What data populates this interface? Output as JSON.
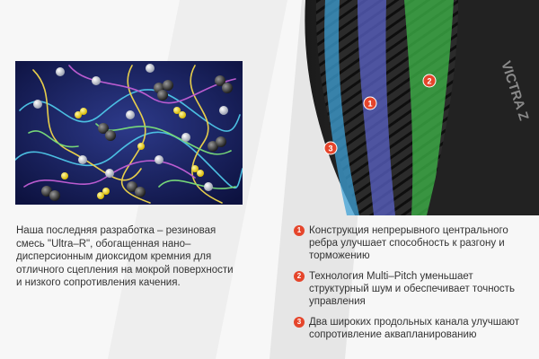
{
  "composition": {
    "description": "Наша последняя разработка – резиновая смесь \"Ultra–R\", обогащенная нано–дисперсионным диоксидом кремния для отличного сцепления на мокрой поверхности и низкого сопротивления качения."
  },
  "tyre": {
    "sidewall_text": "VICTRA Z",
    "zone_colors": {
      "zone1": "#5b63c8",
      "zone2": "#3fb84a",
      "zone3": "#3ea0d6"
    },
    "badge_color": "#e5452b"
  },
  "features": [
    {
      "number": "1",
      "text": "Конструкция непрерывного центрального ребра улучшает способность к разгону и торможению"
    },
    {
      "number": "2",
      "text": "Технология Multi–Pitch уменьшает структурный шум и обеспечивает точность управления"
    },
    {
      "number": "3",
      "text": "Два широких продольных канала улучшают сопротивление аквапланированию"
    }
  ]
}
